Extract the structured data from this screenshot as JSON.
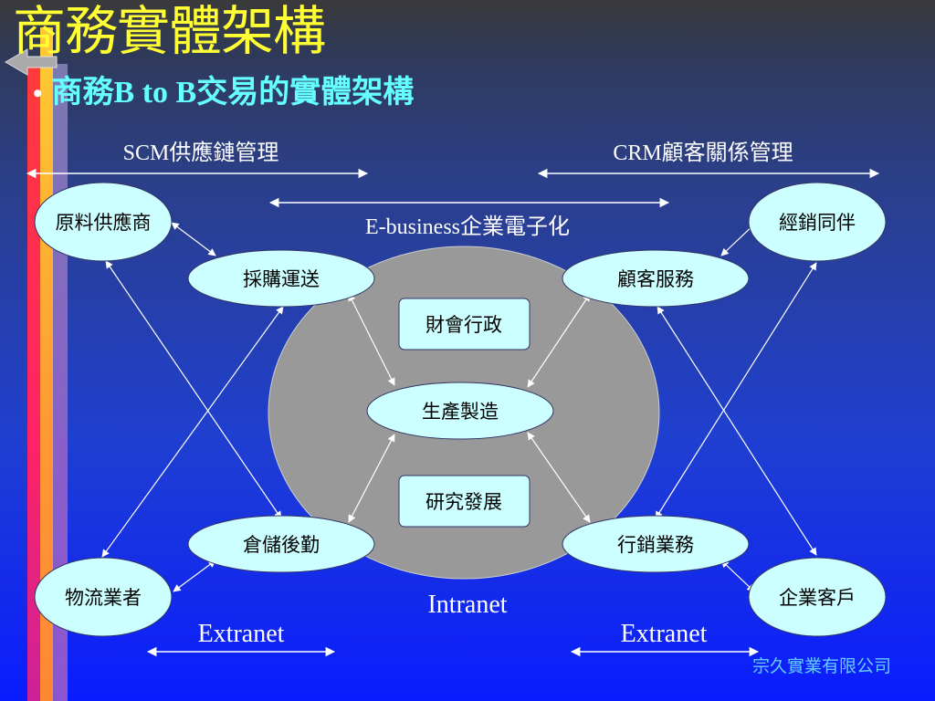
{
  "slide": {
    "title": "商務實體架構",
    "bullet": "•",
    "subtitle": "商務B to B交易的實體架構",
    "footer": "宗久實業有限公司"
  },
  "colors": {
    "title": "#ffff33",
    "subtitle": "#66ffff",
    "node_fill": "#ccffff",
    "intranet_circle": "#999999",
    "connector": "#ffffff",
    "footer": "#66ccff"
  },
  "labels": {
    "scm": "SCM供應鏈管理",
    "crm": "CRM顧客關係管理",
    "ebusiness": "E-business企業電子化",
    "intranet": "Intranet",
    "extranet_left": "Extranet",
    "extranet_right": "Extranet"
  },
  "nodes": {
    "supplier": "原料供應商",
    "dealer": "經銷同伴",
    "procurement": "採購運送",
    "customer_service": "顧客服務",
    "accounting": "財會行政",
    "production": "生產製造",
    "rnd": "研究發展",
    "warehouse": "倉儲後勤",
    "marketing": "行銷業務",
    "logistics": "物流業者",
    "enterprise_customer": "企業客戶"
  }
}
